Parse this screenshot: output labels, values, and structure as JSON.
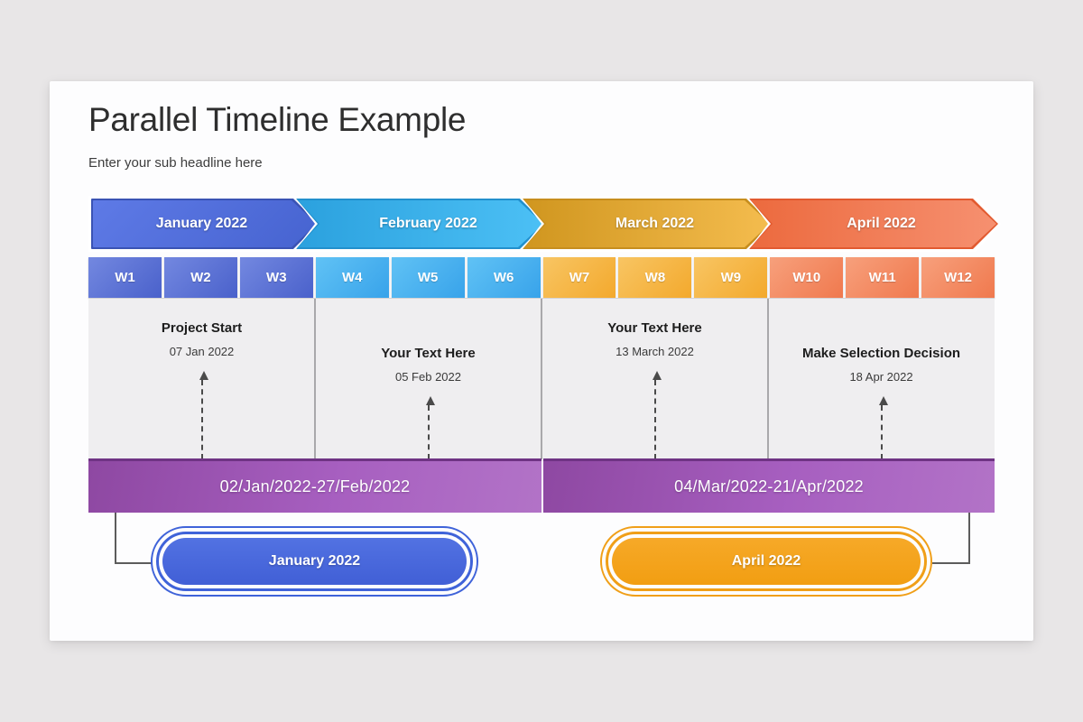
{
  "header": {
    "title": "Parallel Timeline Example",
    "subtitle": "Enter your sub headline here"
  },
  "months": [
    {
      "label": "January 2022"
    },
    {
      "label": "February 2022"
    },
    {
      "label": "March 2022"
    },
    {
      "label": "April 2022"
    }
  ],
  "weeks": [
    {
      "label": "W1"
    },
    {
      "label": "W2"
    },
    {
      "label": "W3"
    },
    {
      "label": "W4"
    },
    {
      "label": "W5"
    },
    {
      "label": "W6"
    },
    {
      "label": "W7"
    },
    {
      "label": "W8"
    },
    {
      "label": "W9"
    },
    {
      "label": "W10"
    },
    {
      "label": "W11"
    },
    {
      "label": "W12"
    }
  ],
  "milestones": [
    {
      "title": "Project Start",
      "date": "07 Jan 2022"
    },
    {
      "title": "Your Text Here",
      "date": "05 Feb 2022"
    },
    {
      "title": "Your Text Here",
      "date": "13 March 2022"
    },
    {
      "title": "Make Selection Decision",
      "date": "18 Apr 2022"
    }
  ],
  "ranges": [
    {
      "label": "02/Jan/2022-27/Feb/2022"
    },
    {
      "label": "04/Mar/2022-21/Apr/2022"
    }
  ],
  "pills": [
    {
      "label": "January 2022"
    },
    {
      "label": "April 2022"
    }
  ],
  "colors": {
    "january_blue": "#4a65d2",
    "february_cyan": "#36a9e9",
    "march_amber": "#e9a930",
    "april_orange": "#ef7046",
    "range_purple": "#a35fbb",
    "pill_january_blue": "#4768da",
    "pill_april_amber": "#f4a41f",
    "card_background": "#fdfdfe",
    "page_background": "#e8e6e7"
  }
}
